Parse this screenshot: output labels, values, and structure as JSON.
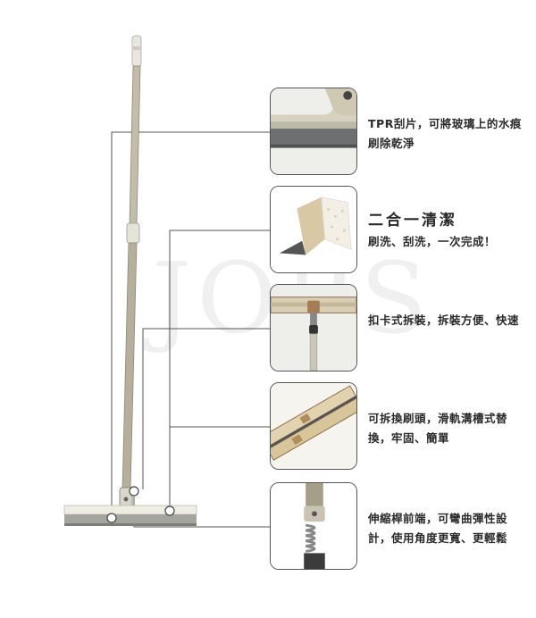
{
  "watermark": "JOBS",
  "features": [
    {
      "text": "TPR刮片，可將玻璃上的水痕刷除乾淨"
    },
    {
      "title": "二合一清潔",
      "text": "刷洗、刮洗，一次完成！"
    },
    {
      "text": "扣卡式拆裝，拆裝方便、快速"
    },
    {
      "text": "可拆換刷頭，滑軌溝槽式替換，牢固、簡單"
    },
    {
      "text": "伸縮桿前端，可彎曲彈性設計，使用角度更寬、更輕鬆"
    }
  ],
  "colors": {
    "pole": "#b9b39f",
    "pole_dark": "#8d8876",
    "frame_line": "#555555",
    "squeegee": "#e8e5d8",
    "blade": "#9a9a96"
  }
}
